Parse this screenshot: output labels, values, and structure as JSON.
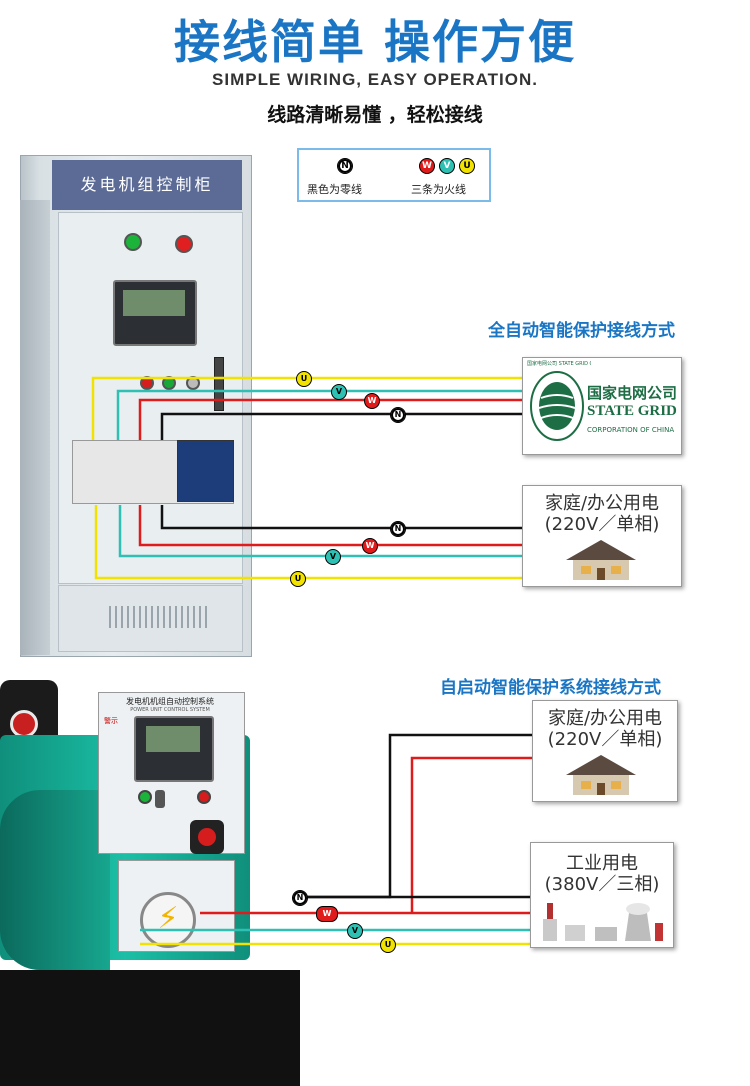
{
  "header": {
    "title_cn": "接线简单  操作方便",
    "title_en": "SIMPLE WIRING, EASY OPERATION.",
    "subtitle": "线路清晰易懂 ，轻松接线"
  },
  "legend": {
    "neutral_symbol": "N",
    "neutral_label": "黑色为零线",
    "phase_symbols": [
      "W",
      "V",
      "U"
    ],
    "phase_label": "三条为火线"
  },
  "cabinet": {
    "header": "发电机组控制柜"
  },
  "section1": {
    "title": "全自动智能保护接线方式",
    "grid_logo_cn": "国家电网公司",
    "grid_logo_en": "STATE GRID",
    "grid_logo_sub": "CORPORATION OF CHINA",
    "grid_logo_ring": "国家电网公司 STATE GRID CORPORATION OF CHINA",
    "house_label_1": "家庭/办公用电",
    "house_label_2": "(220V／单相)",
    "wires_top": [
      "U",
      "V",
      "W",
      "N"
    ],
    "wires_bottom": [
      "N",
      "W",
      "V",
      "U"
    ]
  },
  "section2": {
    "title": "自启动智能保护系统接线方式",
    "panel_title": "发电机机组自动控制系统",
    "panel_subtitle": "POWER UNIT CONTROL SYSTEM",
    "warning": "警示",
    "house_label_1": "家庭/办公用电",
    "house_label_2": "(220V／单相)",
    "industry_label_1": "工业用电",
    "industry_label_2": "(380V／三相)",
    "wires": [
      "N",
      "W",
      "V",
      "U"
    ]
  },
  "colors": {
    "title_blue": "#1a76c4",
    "wire_u": "#f2e200",
    "wire_v": "#2dc0b3",
    "wire_w": "#e01b1b",
    "wire_n": "#111111"
  }
}
